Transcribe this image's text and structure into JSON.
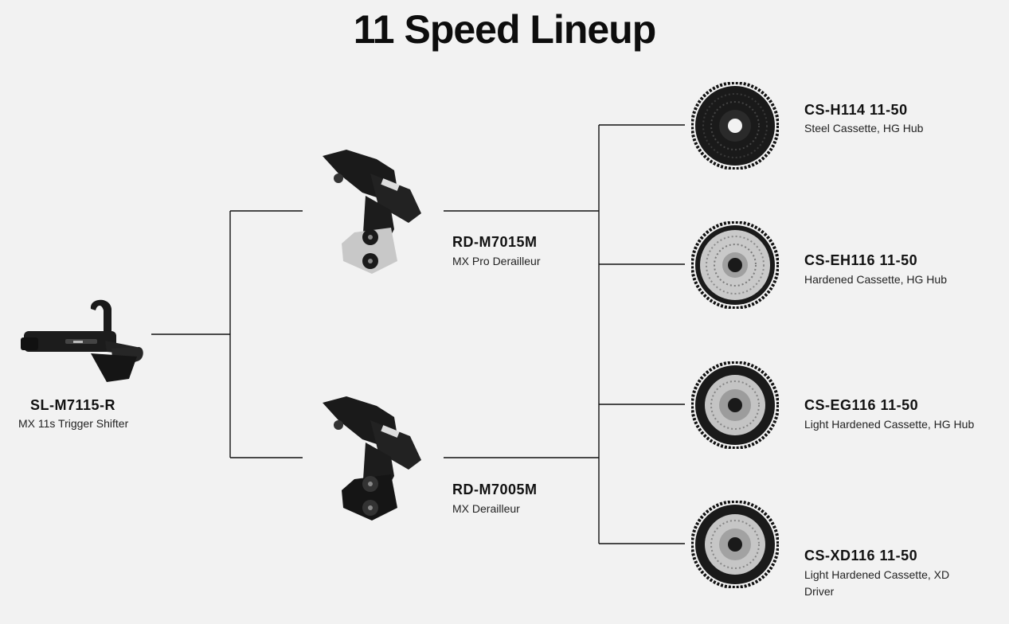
{
  "title": "11 Speed Lineup",
  "colors": {
    "background": "#f2f2f2",
    "line": "#111111",
    "text": "#111111"
  },
  "shifter": {
    "name": "SL-M7115-R",
    "desc": "MX 11s Trigger Shifter",
    "icon": "trigger-shifter-icon"
  },
  "derailleurs": [
    {
      "name": "RD-M7015M",
      "desc": "MX Pro Derailleur",
      "icon": "rear-derailleur-icon"
    },
    {
      "name": "RD-M7005M",
      "desc": "MX Derailleur",
      "icon": "rear-derailleur-icon"
    }
  ],
  "cassettes": [
    {
      "name": "CS-H114 11-50",
      "desc": "Steel Cassette, HG Hub",
      "icon": "cassette-icon"
    },
    {
      "name": "CS-EH116 11-50",
      "desc": "Hardened Cassette, HG Hub",
      "icon": "cassette-icon"
    },
    {
      "name": "CS-EG116 11-50",
      "desc": "Light Hardened Cassette, HG Hub",
      "icon": "cassette-icon"
    },
    {
      "name": "CS-XD116 11-50",
      "desc": "Light Hardened Cassette, XD Driver",
      "icon": "cassette-icon"
    }
  ]
}
